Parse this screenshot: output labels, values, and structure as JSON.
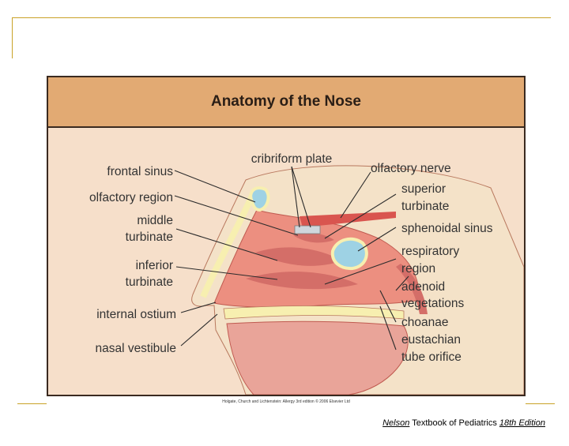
{
  "diagram": {
    "title": "Anatomy of the Nose",
    "labels": {
      "frontal_sinus": "frontal sinus",
      "olfactory_region": "olfactory region",
      "middle_turbinate_1": "middle",
      "middle_turbinate_2": "turbinate",
      "inferior_turbinate_1": "inferior",
      "inferior_turbinate_2": "turbinate",
      "internal_ostium": "internal ostium",
      "nasal_vestibule": "nasal vestibule",
      "cribriform_plate": "cribriform plate",
      "olfactory_nerve": "olfactory nerve",
      "superior_turbinate_1": "superior",
      "superior_turbinate_2": "turbinate",
      "sphenoidal_sinus": "sphenoidal sinus",
      "respiratory_region_1": "respiratory",
      "respiratory_region_2": "region",
      "adenoid_vegetations_1": "adenoid",
      "adenoid_vegetations_2": "vegetations",
      "choanae": "choanae",
      "eustachian_1": "eustachian",
      "eustachian_2": "tube orifice"
    },
    "credit": "Holgate, Church and Lichtenstein: Allergy 3rd edition © 2006 Elsevier Ltd"
  },
  "source": {
    "part1": "Nelson",
    "part2": " Textbook of Pediatrics ",
    "part3": "18th Edition"
  },
  "colors": {
    "accent_line": "#c9a227",
    "header": "#e2aa73",
    "panel": "#f6dfca",
    "tissue": "#ec8f80",
    "sinus": "#9ed2e4",
    "bone": "#f7efb0"
  }
}
